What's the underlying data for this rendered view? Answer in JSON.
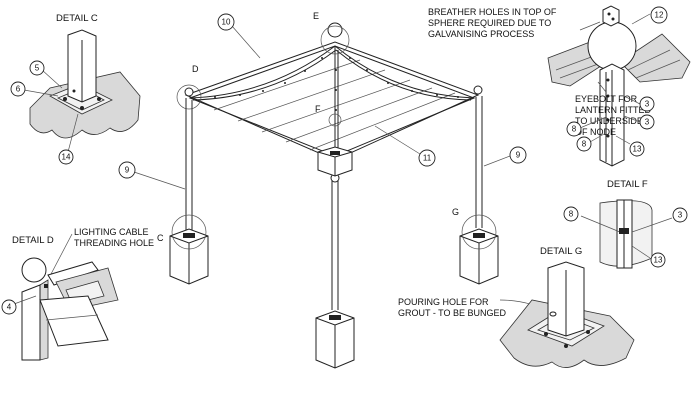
{
  "details": {
    "c": "DETAIL C",
    "d": "DETAIL D",
    "f": "DETAIL F",
    "g": "DETAIL G"
  },
  "letters": {
    "c": "C",
    "d": "D",
    "e": "E",
    "f": "F",
    "g": "G"
  },
  "notes": {
    "breather": [
      "BREATHER HOLES IN TOP OF",
      "SPHERE REQUIRED DUE TO",
      "GALVANISING PROCESS"
    ],
    "eyebolt": [
      "EYEBOLT FOR",
      "LANTERN FITTED",
      "TO UNDERSIDE",
      "OF NODE"
    ],
    "cable": [
      "LIGHTING CABLE",
      "THREADING HOLE"
    ],
    "pouring": [
      "POURING HOLE FOR",
      "GROUT - TO BE BUNGED"
    ]
  },
  "callouts": {
    "n10": "10",
    "n9a": "9",
    "n9b": "9",
    "n11": "11",
    "n12": "12",
    "n5": "5",
    "n6": "6",
    "n14": "14",
    "n4": "4",
    "n3a": "3",
    "n3b": "3",
    "n8a": "8",
    "n8b": "8",
    "n13a": "13",
    "n8f": "8",
    "n3f": "3",
    "n13f": "13"
  }
}
